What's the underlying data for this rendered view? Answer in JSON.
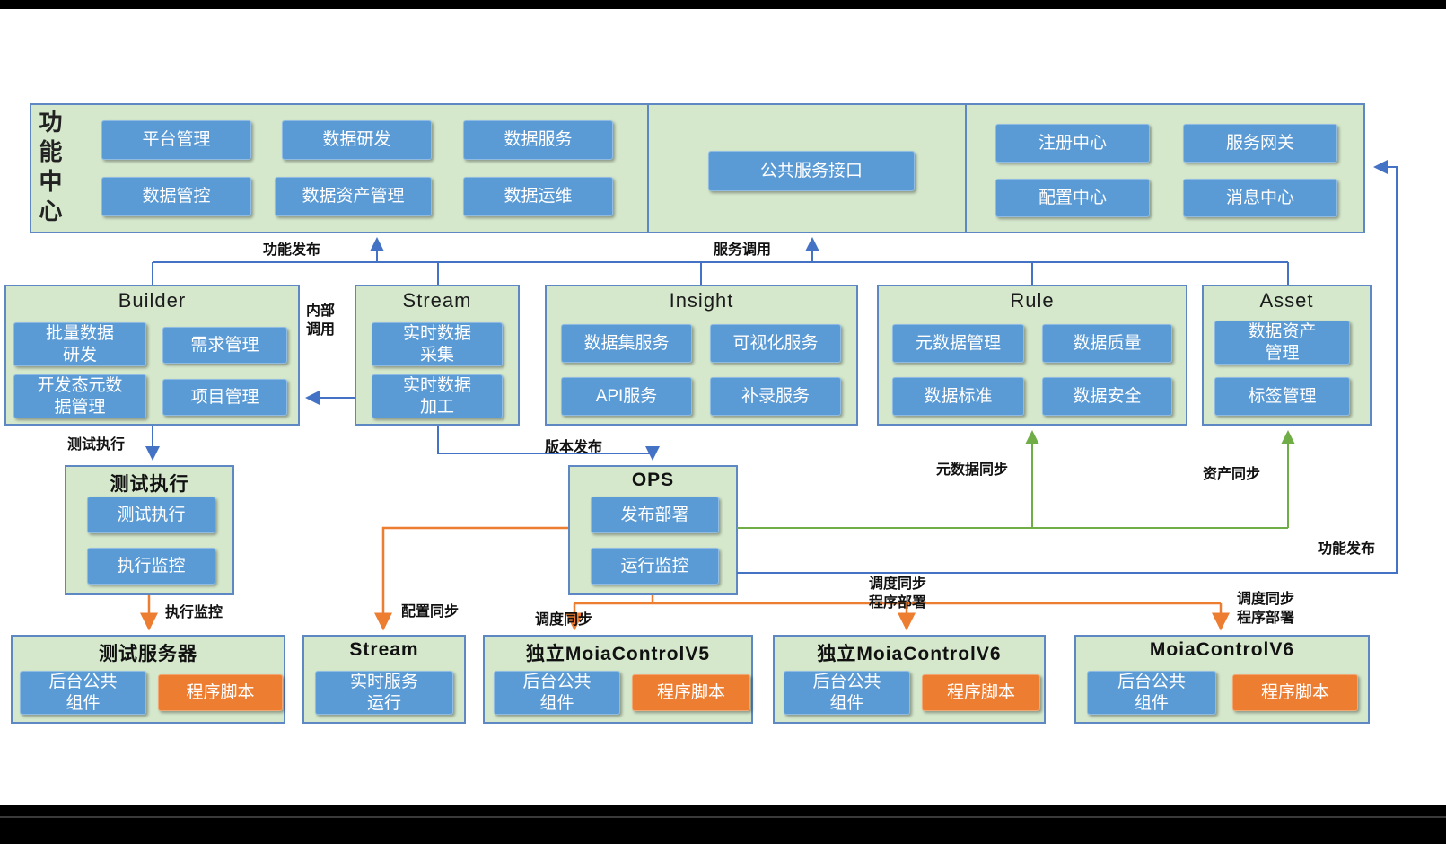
{
  "colors": {
    "blue_button": "#5b9bd5",
    "orange_button": "#ed7d31",
    "green_box": "#d5e8cc",
    "box_border": "#5d88c4",
    "arrow_blue": "#4472c4",
    "arrow_green": "#70ad47",
    "arrow_orange": "#ed7d31"
  },
  "function_center": {
    "title": "功能中心",
    "left": [
      "平台管理",
      "数据研发",
      "数据服务",
      "数据管控",
      "数据资产管理",
      "数据运维"
    ],
    "middle": "公共服务接口",
    "right": [
      "注册中心",
      "服务网关",
      "配置中心",
      "消息中心"
    ]
  },
  "modules": {
    "builder": {
      "title": "Builder",
      "buttons": [
        "批量数据\n研发",
        "需求管理",
        "开发态元数\n据管理",
        "项目管理"
      ]
    },
    "stream": {
      "title": "Stream",
      "buttons": [
        "实时数据\n采集",
        "实时数据\n加工"
      ]
    },
    "insight": {
      "title": "Insight",
      "buttons": [
        "数据集服务",
        "可视化服务",
        "API服务",
        "补录服务"
      ]
    },
    "rule": {
      "title": "Rule",
      "buttons": [
        "元数据管理",
        "数据质量",
        "数据标准",
        "数据安全"
      ]
    },
    "asset": {
      "title": "Asset",
      "buttons": [
        "数据资产\n管理",
        "标签管理"
      ]
    }
  },
  "test_exec": {
    "title": "测试执行",
    "buttons": [
      "测试执行",
      "执行监控"
    ]
  },
  "ops": {
    "title": "OPS",
    "buttons": [
      "发布部署",
      "运行监控"
    ]
  },
  "servers": {
    "test_server": {
      "title": "测试服务器",
      "blue": "后台公共\n组件",
      "orange": "程序脚本"
    },
    "stream": {
      "title": "Stream",
      "blue": "实时服务\n运行"
    },
    "moia_v5": {
      "title": "独立MoiaControlV5",
      "blue": "后台公共\n组件",
      "orange": "程序脚本"
    },
    "moia_v6_ind": {
      "title": "独立MoiaControlV6",
      "blue": "后台公共\n组件",
      "orange": "程序脚本"
    },
    "moia_v6": {
      "title": "MoiaControlV6",
      "blue": "后台公共\n组件",
      "orange": "程序脚本"
    }
  },
  "labels": {
    "publish_top": "功能发布",
    "service_call": "服务调用",
    "internal_call": "内部\n调用",
    "test_exec": "测试执行",
    "version_release": "版本发布",
    "metadata_sync": "元数据同步",
    "asset_sync": "资产同步",
    "publish_right": "功能发布",
    "exec_monitor": "执行监控",
    "config_sync": "配置同步",
    "schedule_sync": "调度同步",
    "schedule_deploy_mid": "调度同步\n程序部署",
    "schedule_deploy_right": "调度同步\n程序部署"
  }
}
